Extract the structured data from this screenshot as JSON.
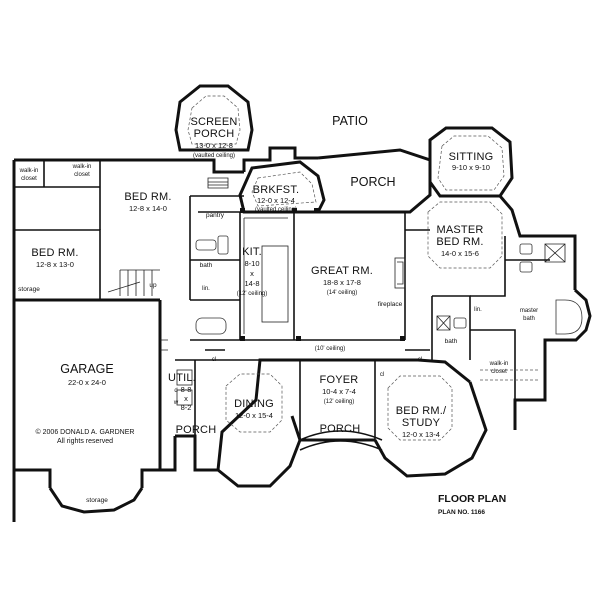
{
  "rooms": {
    "screen_porch": {
      "name_1": "SCREEN",
      "name_2": "PORCH",
      "dims": "13-0 x 12-8",
      "note": "(vaulted ceiling)"
    },
    "patio": {
      "name": "PATIO"
    },
    "sitting": {
      "name": "SITTING",
      "dims": "9-10 x 9-10"
    },
    "walk_in_closet_nw": {
      "line_1": "walk-in",
      "line_2": "closet"
    },
    "walk_in_closet_n": {
      "line_1": "walk-in",
      "line_2": "closet"
    },
    "bed_rm_1": {
      "name": "BED RM.",
      "dims": "12-8 x 14-0"
    },
    "brkfst": {
      "name": "BRKFST.",
      "dims": "12-0 x 12-4",
      "note": "(vaulted ceiling)"
    },
    "porch_rear": {
      "name": "PORCH"
    },
    "pantry": {
      "name": "pantry"
    },
    "bed_rm_2": {
      "name": "BED RM.",
      "dims": "12-8 x 13-0"
    },
    "master_bed": {
      "name_1": "MASTER",
      "name_2": "BED RM.",
      "dims": "14-0 x 15-6"
    },
    "bath_1": {
      "name": "bath"
    },
    "kit": {
      "name": "KIT.",
      "dims_1": "8-10",
      "dims_2": "x",
      "dims_3": "14-8",
      "note": "(12' ceiling)"
    },
    "great_rm": {
      "name": "GREAT RM.",
      "dims": "18-8 x 17-8",
      "note": "(14' ceiling)"
    },
    "storage_1": {
      "name": "storage"
    },
    "up": {
      "label": "up"
    },
    "lin_1": {
      "label": "lin."
    },
    "lin_2": {
      "label": "lin."
    },
    "fireplace": {
      "label": "fireplace"
    },
    "master_bath": {
      "line_1": "master",
      "line_2": "bath"
    },
    "bath_2": {
      "name": "bath"
    },
    "ceiling_10": {
      "label": "(10' ceiling)"
    },
    "cl_1": {
      "label": "cl"
    },
    "cl_2": {
      "label": "cl"
    },
    "cl_3": {
      "label": "cl"
    },
    "walk_in_closet_master": {
      "line_1": "walk-in",
      "line_2": "closet"
    },
    "garage": {
      "name": "GARAGE",
      "dims": "22-0 x 24-0"
    },
    "util": {
      "name": "UTIL.",
      "dims_1": "8-8",
      "dims_2": "x",
      "dims_3": "8-2"
    },
    "dining": {
      "name": "DINING",
      "dims": "12-0 x 15-4"
    },
    "foyer": {
      "name": "FOYER",
      "dims": "10-4 x 7-4",
      "note": "(12' ceiling)"
    },
    "bed_study": {
      "name_1": "BED RM./",
      "name_2": "STUDY",
      "dims": "12-0 x 13-4"
    },
    "porch_side": {
      "name": "PORCH"
    },
    "porch_front": {
      "name": "PORCH"
    },
    "storage_2": {
      "name": "storage"
    },
    "d_label": {
      "label": "d"
    },
    "w_label": {
      "label": "w"
    }
  },
  "copyright": {
    "line_1": "© 2006 DONALD A. GARDNER",
    "line_2": "All rights reserved"
  },
  "title": {
    "heading": "FLOOR PLAN",
    "plan_no": "PLAN NO. 1166"
  }
}
